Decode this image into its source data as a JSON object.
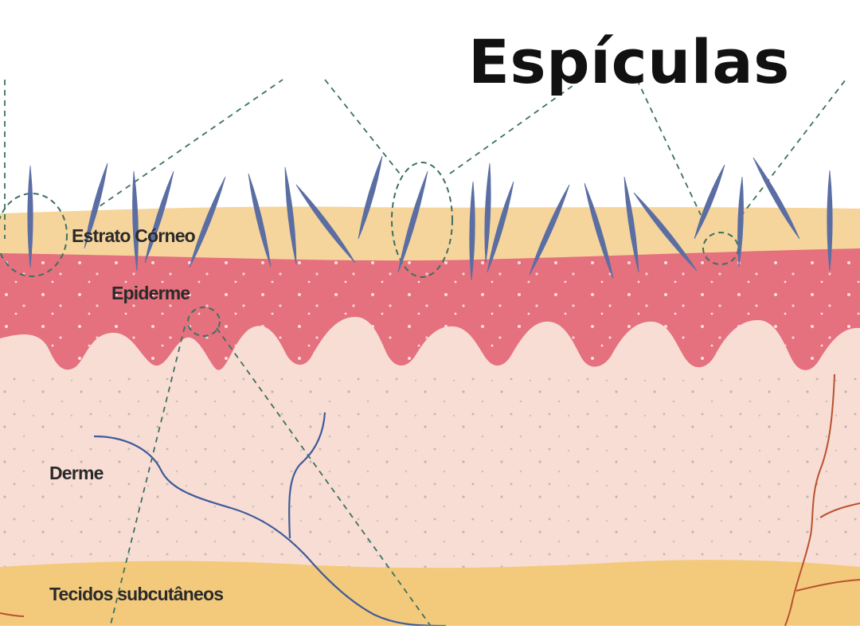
{
  "title": "Espículas",
  "layers": {
    "stratum_corneum": "Estrato Córneo",
    "epidermis": "Epiderme",
    "dermis": "Derme",
    "subcutaneous": "Tecidos subcutâneos"
  },
  "colors": {
    "stratum_corneum": "#f6d59c",
    "epidermis": "#e5707e",
    "dermis": "#f8ddd5",
    "subcutaneous": "#f3ca7c",
    "spicule": "#5b6ea3",
    "guide_line": "#3c7060",
    "nerve": "#3f5b9a",
    "vessel": "#b8522e"
  }
}
